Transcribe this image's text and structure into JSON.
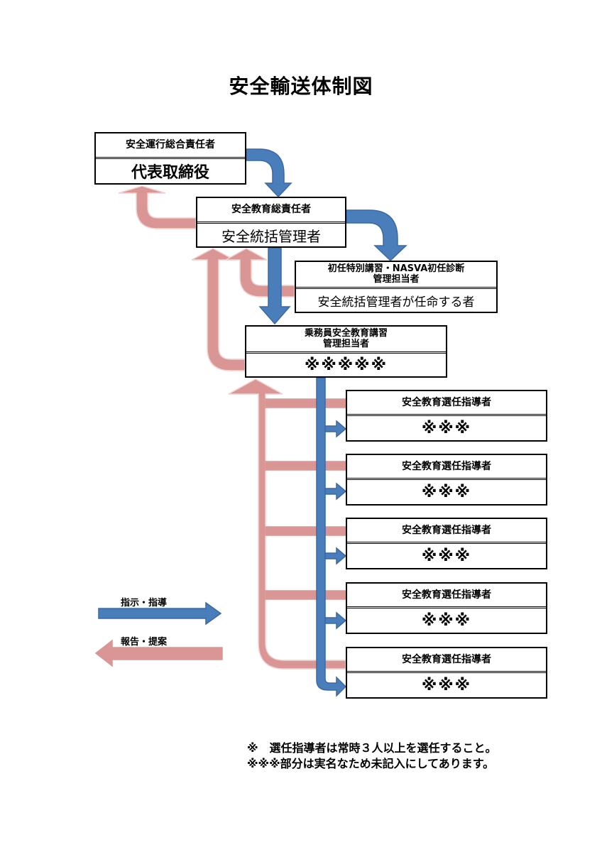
{
  "title": "安全輸送体制図",
  "colors": {
    "instruction_arrow": "#4a7ebb",
    "report_arrow": "#d99694",
    "box_border": "#000000"
  },
  "boxes": {
    "top": {
      "role": "安全運行総合責任者",
      "name": "代表取締役"
    },
    "education_chief": {
      "role": "安全教育総責任者",
      "name": "安全統括管理者"
    },
    "initial_training": {
      "role": "初任特別講習・NASVA初任診断\n管理担当者",
      "role_line1": "初任特別講習・NASVA初任診断",
      "role_line2": "管理担当者",
      "name": "安全統括管理者が任命する者"
    },
    "crew_training": {
      "role_line1": "乗務員安全教育講習",
      "role_line2": "管理担当者",
      "name": "※※※※※"
    },
    "instructors": [
      {
        "role": "安全教育選任指導者",
        "name": "※※※"
      },
      {
        "role": "安全教育選任指導者",
        "name": "※※※"
      },
      {
        "role": "安全教育選任指導者",
        "name": "※※※"
      },
      {
        "role": "安全教育選任指導者",
        "name": "※※※"
      },
      {
        "role": "安全教育選任指導者",
        "name": "※※※"
      }
    ]
  },
  "legend": {
    "instruction": "指示・指導",
    "report": "報告・提案"
  },
  "notes": [
    "※　選任指導者は常時３人以上を選任すること。",
    "※※※部分は実名なため未記入にしてあります。"
  ]
}
